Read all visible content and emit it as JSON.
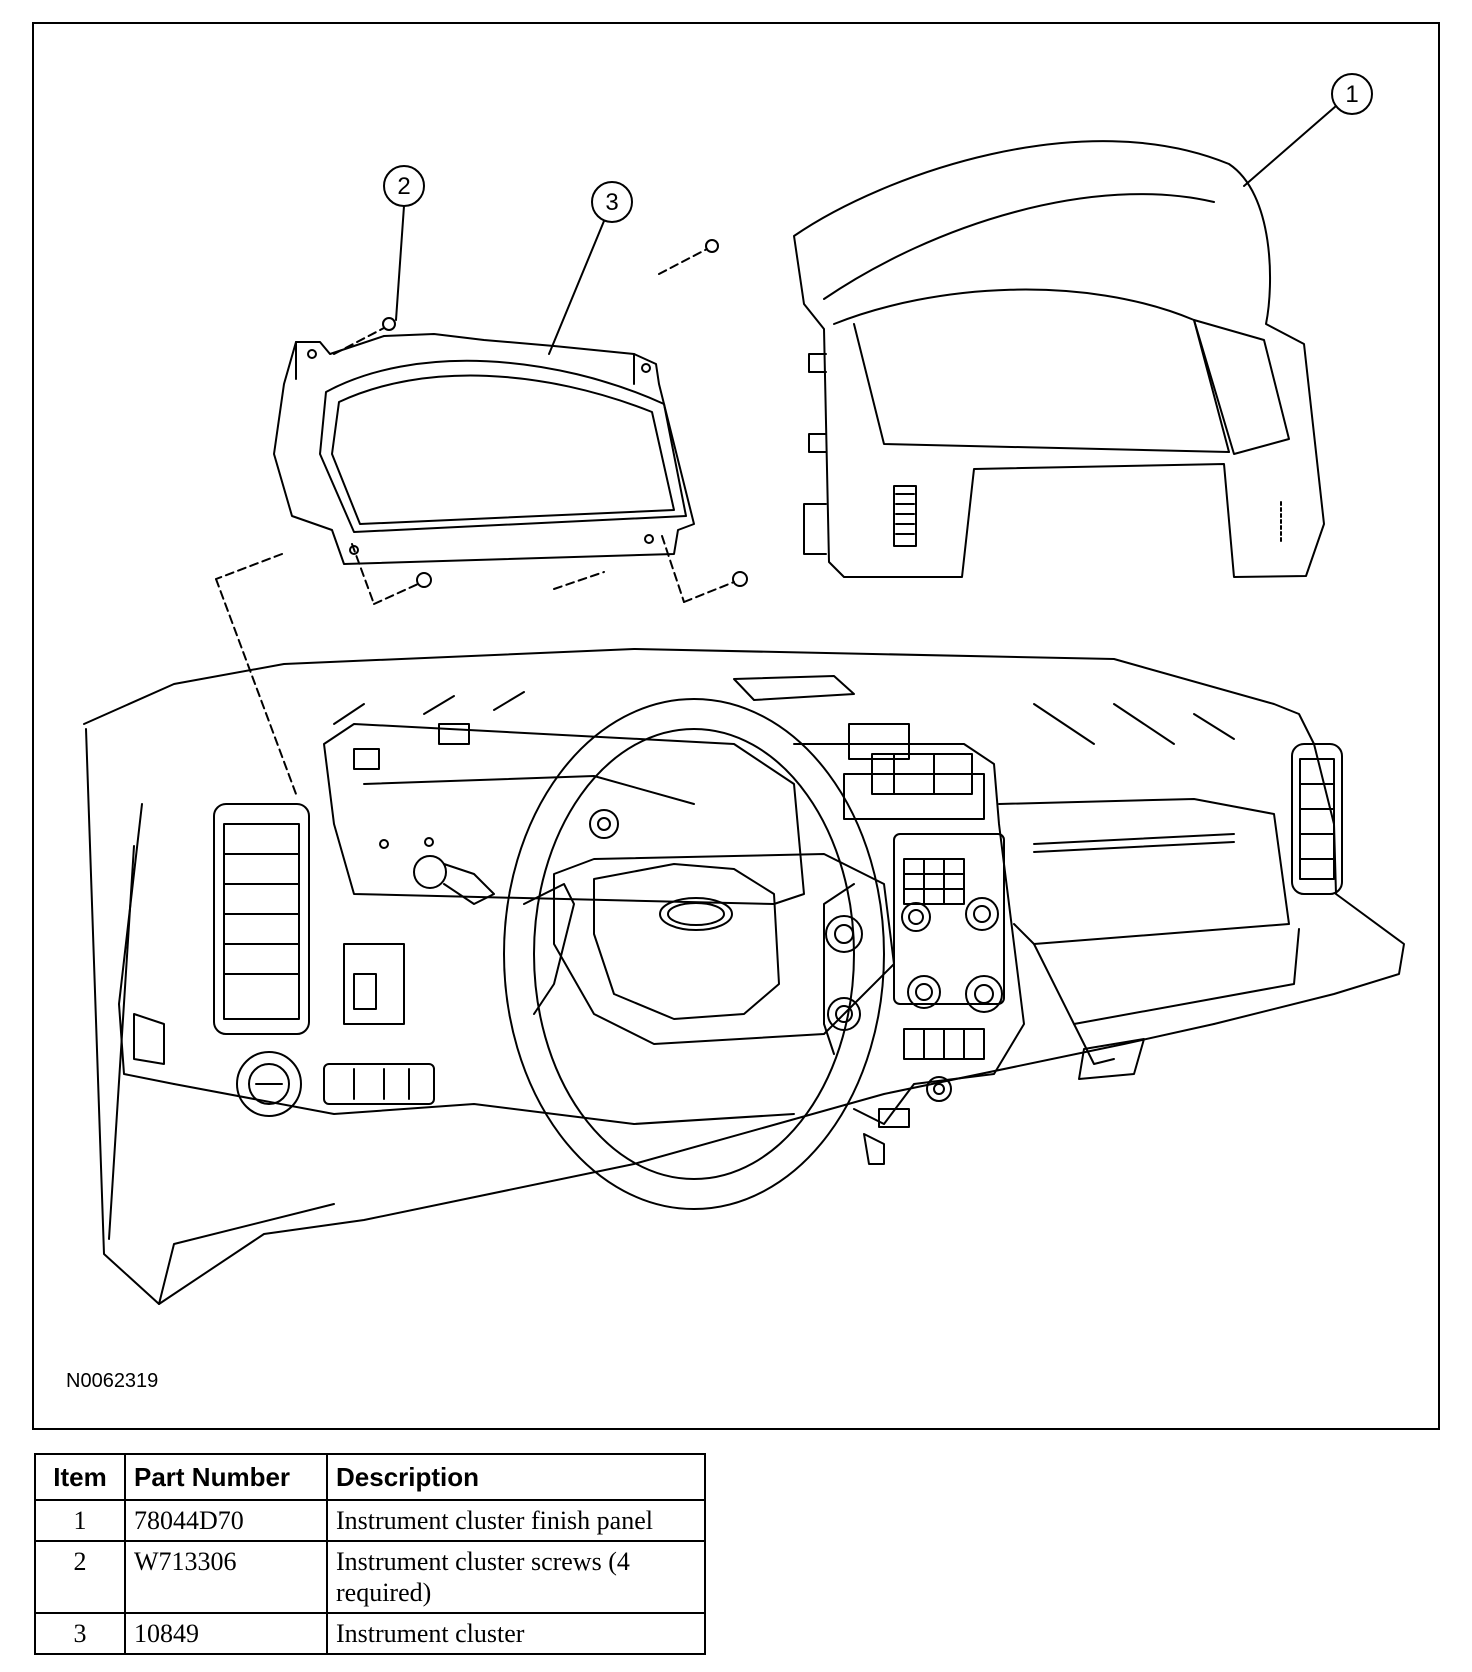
{
  "figure": {
    "id": "N0062319",
    "callouts": [
      "1",
      "2",
      "3"
    ]
  },
  "table": {
    "headers": {
      "item": "Item",
      "part_number": "Part Number",
      "description": "Description"
    },
    "rows": [
      {
        "item": "1",
        "part_number": "78044D70",
        "description": "Instrument cluster finish panel"
      },
      {
        "item": "2",
        "part_number": "W713306",
        "description": "Instrument cluster screws (4 required)"
      },
      {
        "item": "3",
        "part_number": "10849",
        "description": "Instrument cluster"
      }
    ]
  }
}
